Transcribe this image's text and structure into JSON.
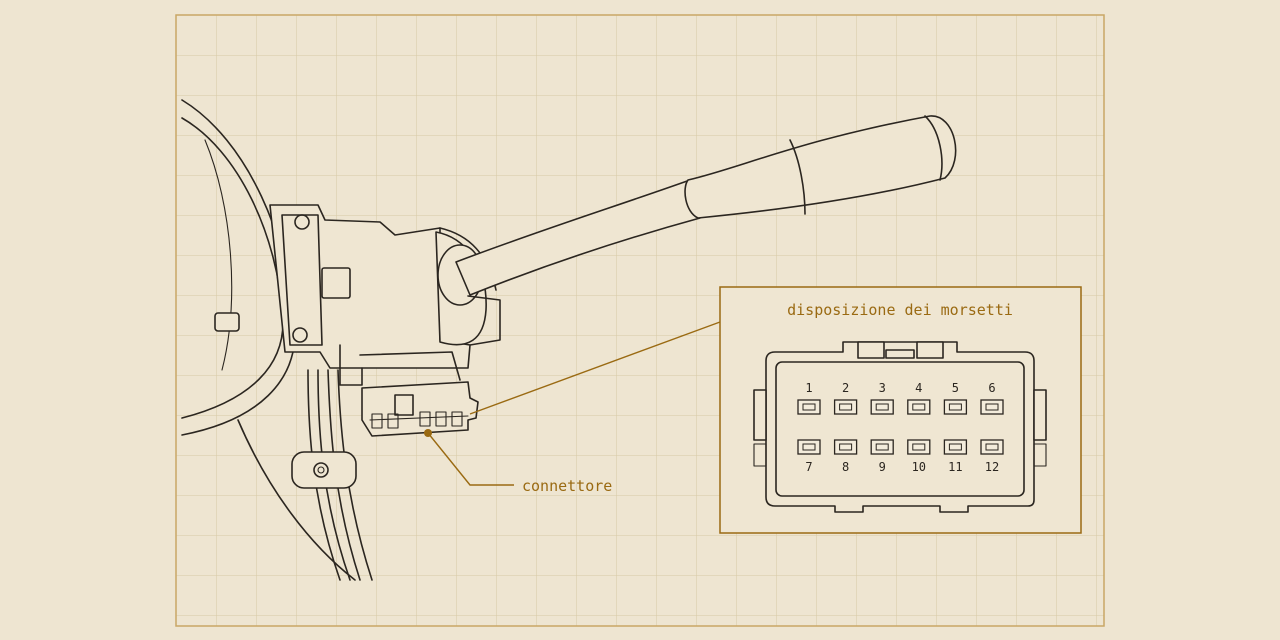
{
  "colors": {
    "paper": "#eee5d1",
    "grid": "#d7c9a5",
    "frame": "#c9a765",
    "ink": "#2b2620",
    "accent": "#9a6a12"
  },
  "labels": {
    "connector": "connettore",
    "inset_title": "disposizione dei morsetti"
  },
  "pinout": {
    "top_row": [
      "1",
      "2",
      "3",
      "4",
      "5",
      "6"
    ],
    "bottom_row": [
      "7",
      "8",
      "9",
      "10",
      "11",
      "12"
    ]
  }
}
